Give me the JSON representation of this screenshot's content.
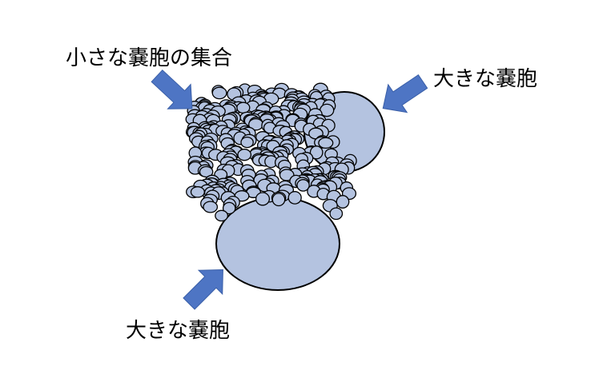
{
  "labels": {
    "small_cluster": "小さな嚢胞の集合",
    "large_cyst_right": "大きな嚢胞",
    "large_cyst_bottom": "大きな嚢胞"
  },
  "colors": {
    "cyst_fill": "#b4c3e0",
    "outline": "#000000",
    "arrow": "#4e75c4",
    "background": "#ffffff"
  }
}
